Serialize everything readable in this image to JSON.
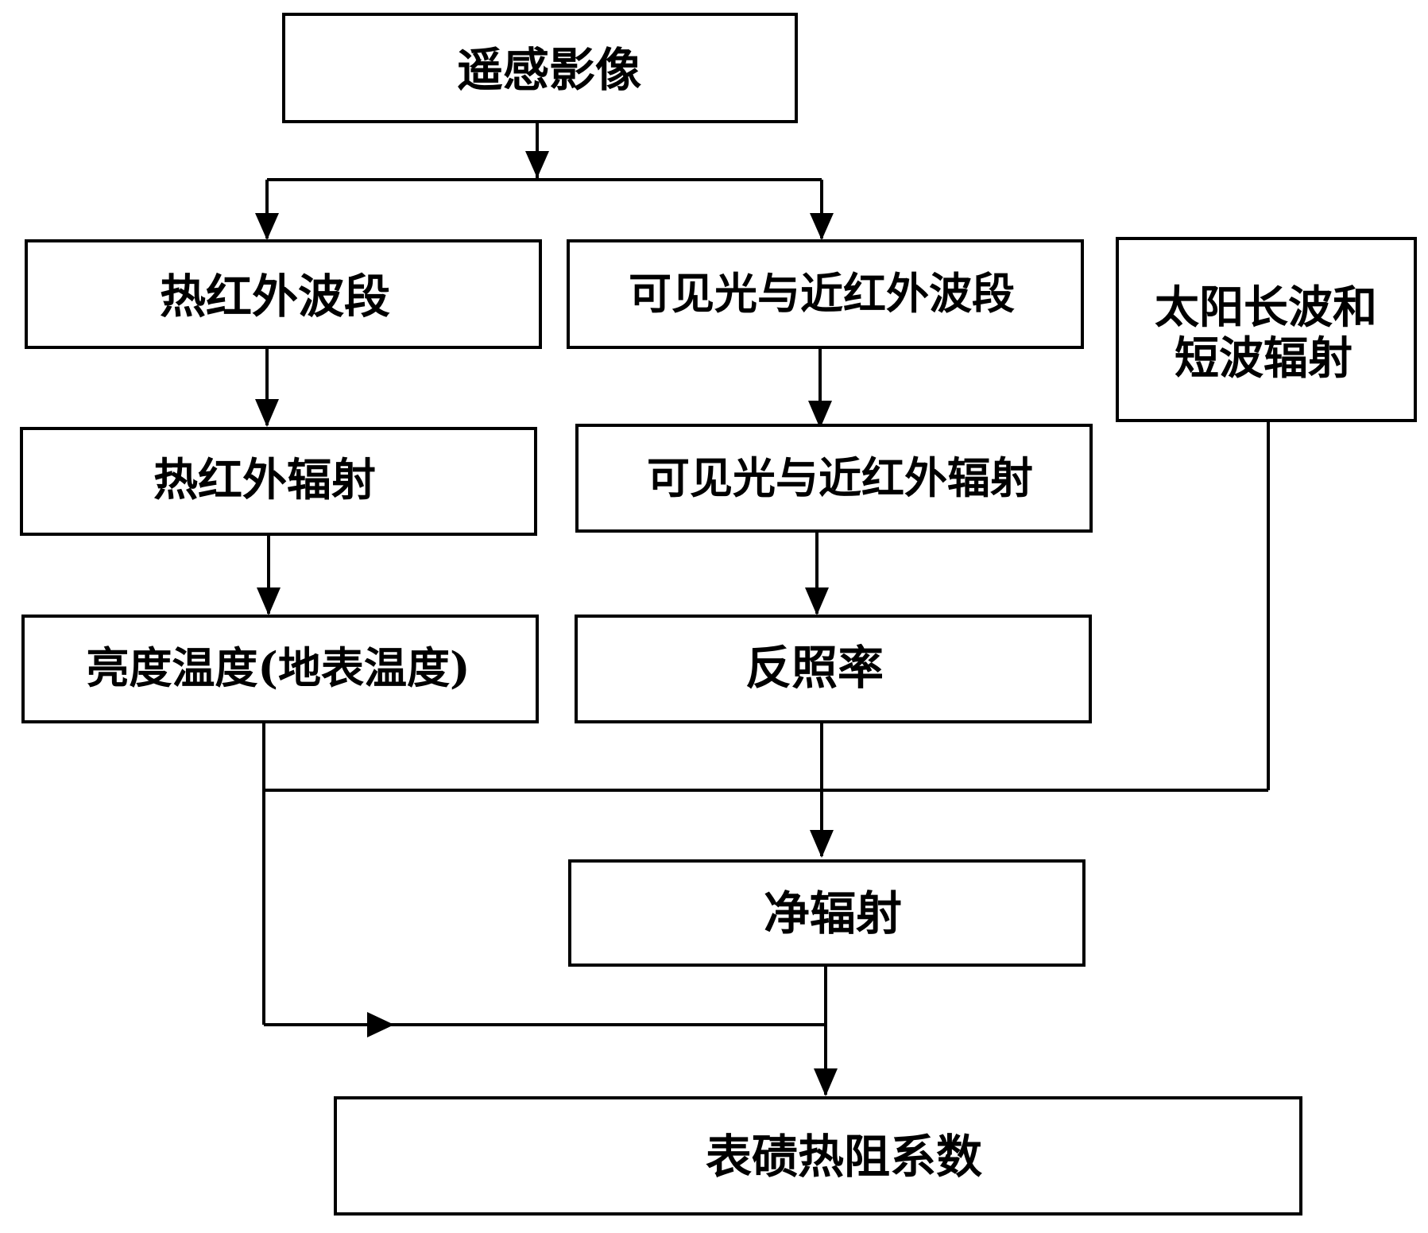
{
  "diagram": {
    "nodes": {
      "remote_sensing_image": "遥感影像",
      "thermal_ir_band": "热红外波段",
      "visible_nir_band": "可见光与近红外波段",
      "solar_radiation": [
        "太阳长波和",
        "短波辐射"
      ],
      "thermal_ir_radiation": "热红外辐射",
      "visible_nir_radiation": "可见光与近红外辐射",
      "brightness_temperature": "亮度温度(地表温度)",
      "albedo": "反照率",
      "net_radiation": "净辐射",
      "surface_thermal_resistance": "表碛热阻系数"
    },
    "edges": [
      {
        "from": "remote_sensing_image",
        "to": "thermal_ir_band"
      },
      {
        "from": "remote_sensing_image",
        "to": "visible_nir_band"
      },
      {
        "from": "thermal_ir_band",
        "to": "thermal_ir_radiation"
      },
      {
        "from": "visible_nir_band",
        "to": "visible_nir_radiation"
      },
      {
        "from": "thermal_ir_radiation",
        "to": "brightness_temperature"
      },
      {
        "from": "visible_nir_radiation",
        "to": "albedo"
      },
      {
        "from": "brightness_temperature",
        "to": "net_radiation"
      },
      {
        "from": "albedo",
        "to": "net_radiation"
      },
      {
        "from": "solar_radiation",
        "to": "net_radiation"
      },
      {
        "from": "brightness_temperature",
        "to": "surface_thermal_resistance"
      },
      {
        "from": "net_radiation",
        "to": "surface_thermal_resistance"
      }
    ]
  }
}
